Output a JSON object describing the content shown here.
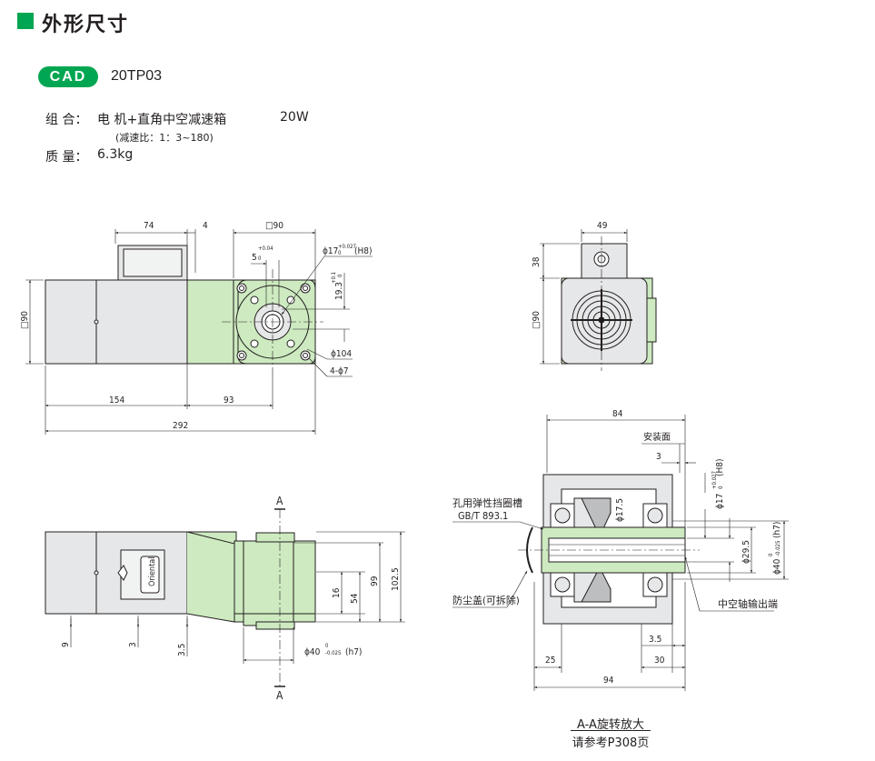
{
  "header": {
    "title": "外形尺寸"
  },
  "cad": {
    "badge": "CAD",
    "model": "20TP03"
  },
  "specs": {
    "combo_label": "组 合：",
    "combo_value": "电 机+直角中空减速箱",
    "power": "20W",
    "ratio_note": "(减速比：1：3~180)",
    "mass_label": "质 量：",
    "mass_value": "6.3kg"
  },
  "front_view": {
    "dims": {
      "d74": "74",
      "d4": "4",
      "sq90_top": "□90",
      "keyway": "5",
      "keyway_tol": "+0.04",
      "keyway_tol2": "0",
      "bore": "ϕ17",
      "bore_tol": "+0.027",
      "bore_tol2": "0",
      "bore_fit": "(H8)",
      "d19_3": "19.3",
      "d19_3_tol": "+0.1",
      "d19_3_tol2": "0",
      "sq90_left": "□90",
      "d104": "ϕ104",
      "holes": "4-ϕ7",
      "d154": "154",
      "d93": "93",
      "d292": "292"
    }
  },
  "side_view": {
    "dims": {
      "d49": "49",
      "d38": "38",
      "sq90": "□90"
    }
  },
  "bottom_view": {
    "dims": {
      "section_mark": "A",
      "d9": "9",
      "d3": "3",
      "d3_5": "3.5",
      "d16": "16",
      "d54": "54",
      "d99": "99",
      "d102_5": "102.5",
      "d40": "ϕ40",
      "d40_tol": "0",
      "d40_tol2": "-0.025",
      "d40_fit": "(h7)"
    },
    "label_brand": "Oriental"
  },
  "section_view": {
    "dims": {
      "d84": "84",
      "mount_face": "安装面",
      "d3": "3",
      "bore": "ϕ17",
      "bore_tol": "+0.027",
      "bore_tol2": "0",
      "bore_fit": "(H8)",
      "d17_5": "ϕ17.5",
      "d29_5": "ϕ29.5",
      "d40": "ϕ40",
      "d40_tol": "0",
      "d40_tol2": "-0.025",
      "d40_fit": "(h7)",
      "d3_5": "3.5",
      "d25": "25",
      "d30": "30",
      "d94": "94"
    },
    "labels": {
      "snap_ring": "孔用弹性挡圈槽",
      "standard": "GB/T 893.1",
      "dust_cover": "防尘盖(可拆除)",
      "output_end": "中空轴输出端"
    },
    "caption": "A-A旋转放大",
    "caption2": "请参考P308页"
  }
}
